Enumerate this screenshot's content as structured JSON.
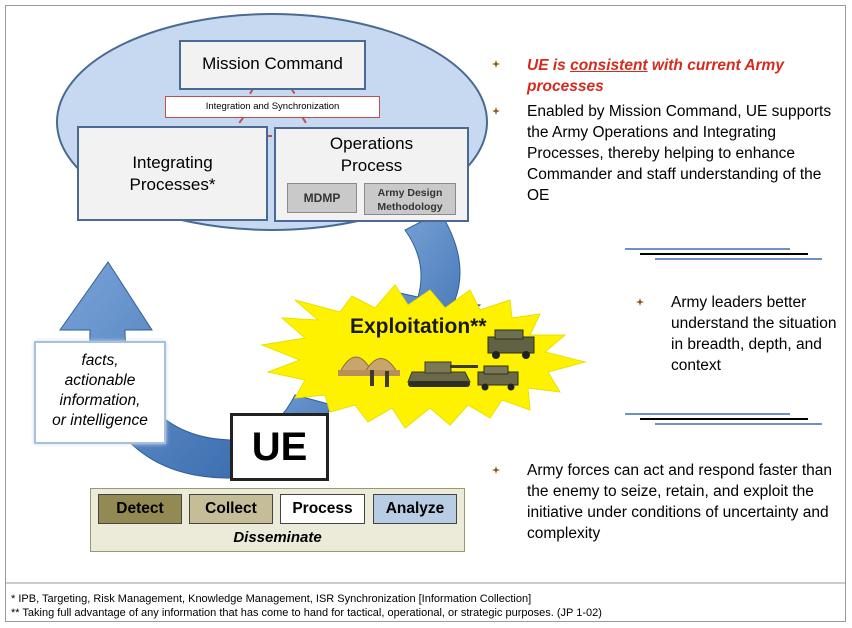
{
  "diagram": {
    "mission_command": "Mission Command",
    "integration_sync": "Integration and Synchronization",
    "integrating_processes": [
      "Integrating",
      "Processes*"
    ],
    "operations_process": [
      "Operations",
      "Process"
    ],
    "mdmp": "MDMP",
    "army_design": [
      "Army Design",
      "Methodology"
    ],
    "facts": [
      "facts,",
      "actionable",
      "information,",
      "or intelligence"
    ],
    "ue": "UE",
    "steps": [
      "Detect",
      "Collect",
      "Process",
      "Analyze"
    ],
    "disseminate": "Disseminate",
    "exploitation": "Exploitation**"
  },
  "bullets": {
    "b1_prefix": "UE is ",
    "b1_underlined": "consistent",
    "b1_suffix": " with current Army processes",
    "b2": "Enabled by Mission Command, UE supports the Army Operations and Integrating Processes, thereby helping to enhance Commander and staff understanding of the OE",
    "b3": "Army leaders better understand the situation in breadth, depth, and context",
    "b4": "Army forces can act and respond faster than the enemy to seize, retain, and exploit the initiative under conditions of uncertainty and complexity"
  },
  "footnotes": {
    "f1": "*  IPB, Targeting, Risk Management, Knowledge Management, ISR Synchronization [Information Collection]",
    "f2": "** Taking full advantage of any information that has come to hand for tactical, operational, or strategic purposes. (JP 1-02)"
  },
  "colors": {
    "cycle_fill": "#5b8ac8",
    "ellipse_fill": "#c6d9f0",
    "starburst": "#fff200",
    "highlight_red": "#d52b1e",
    "box_border": "#4a6a94"
  }
}
